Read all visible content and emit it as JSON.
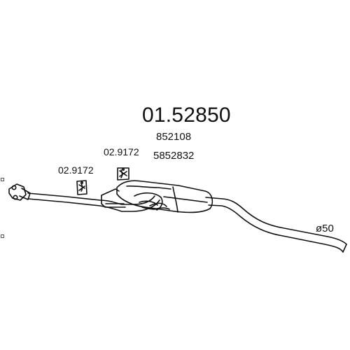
{
  "part_number": "01.52850",
  "reference_numbers": [
    "852108",
    "5852832"
  ],
  "hanger_labels": [
    "02.9172",
    "02.9172"
  ],
  "diameter_label": "ø50",
  "colors": {
    "line": "#111111",
    "background": "#ffffff",
    "text": "#111111"
  },
  "icons": {
    "diagram": "exhaust-diagram-icon",
    "hanger": "rubber-hanger-icon",
    "flange": "pipe-flange-icon",
    "edge": "selection-handle-icon"
  }
}
